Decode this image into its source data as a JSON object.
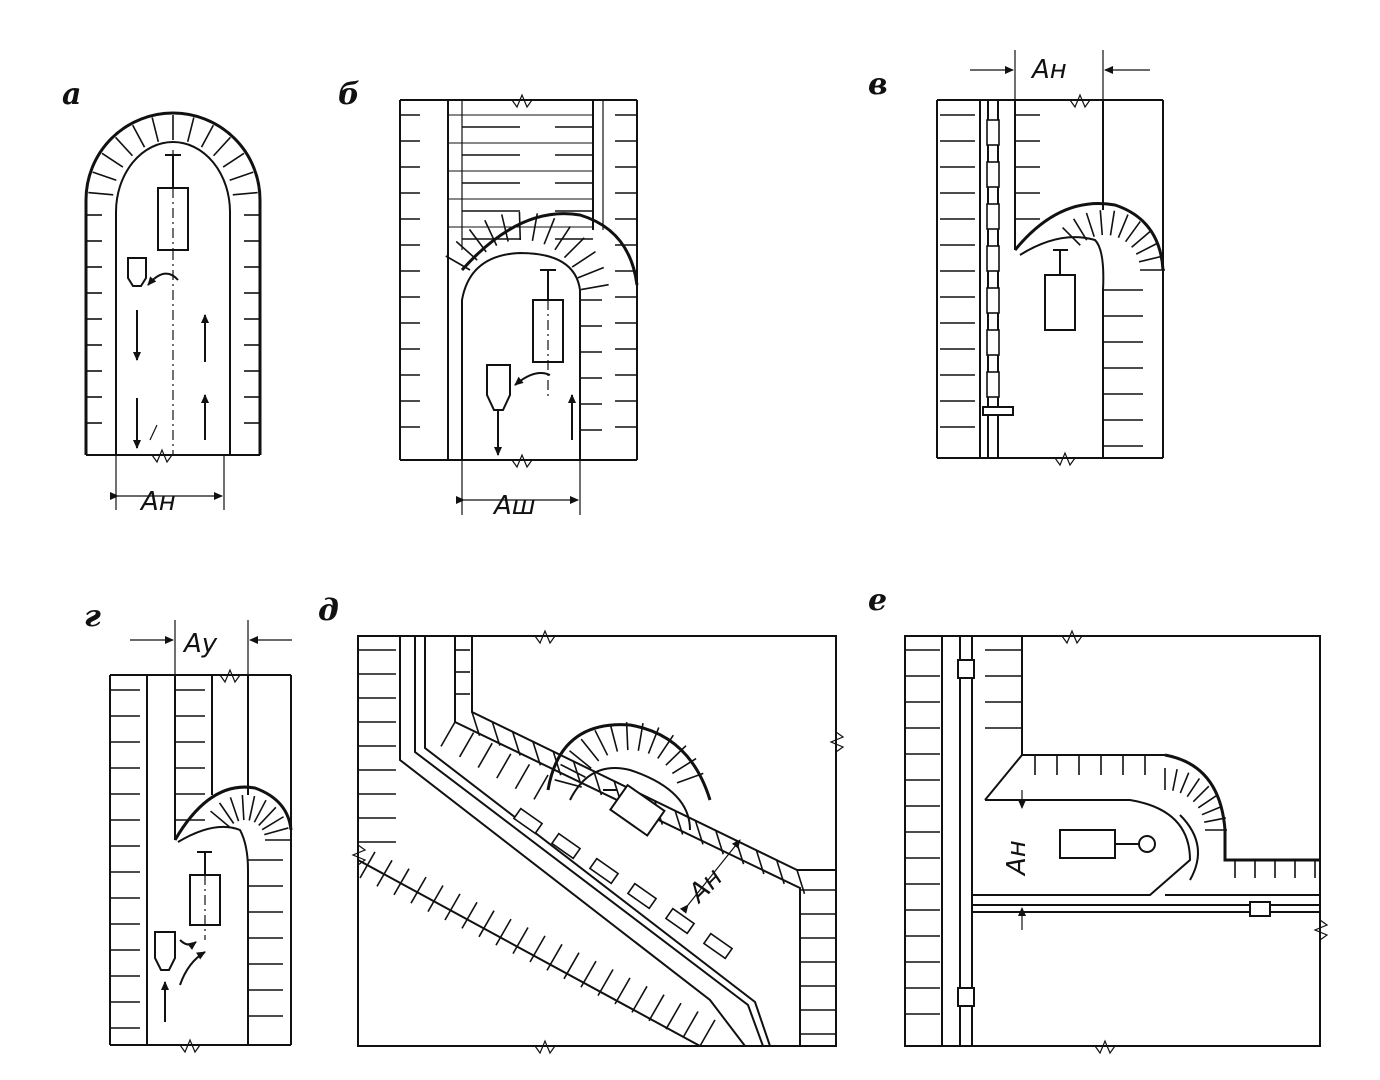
{
  "panels": [
    {
      "id": "a",
      "label": "а",
      "dim_label": "Aн"
    },
    {
      "id": "b",
      "label": "б",
      "dim_label": "Aш"
    },
    {
      "id": "v",
      "label": "в",
      "dim_label": "Aн"
    },
    {
      "id": "g",
      "label": "г",
      "dim_label": "Aу"
    },
    {
      "id": "d",
      "label": "д",
      "dim_label": "Aн"
    },
    {
      "id": "e",
      "label": "е",
      "dim_label": "Aн"
    }
  ]
}
